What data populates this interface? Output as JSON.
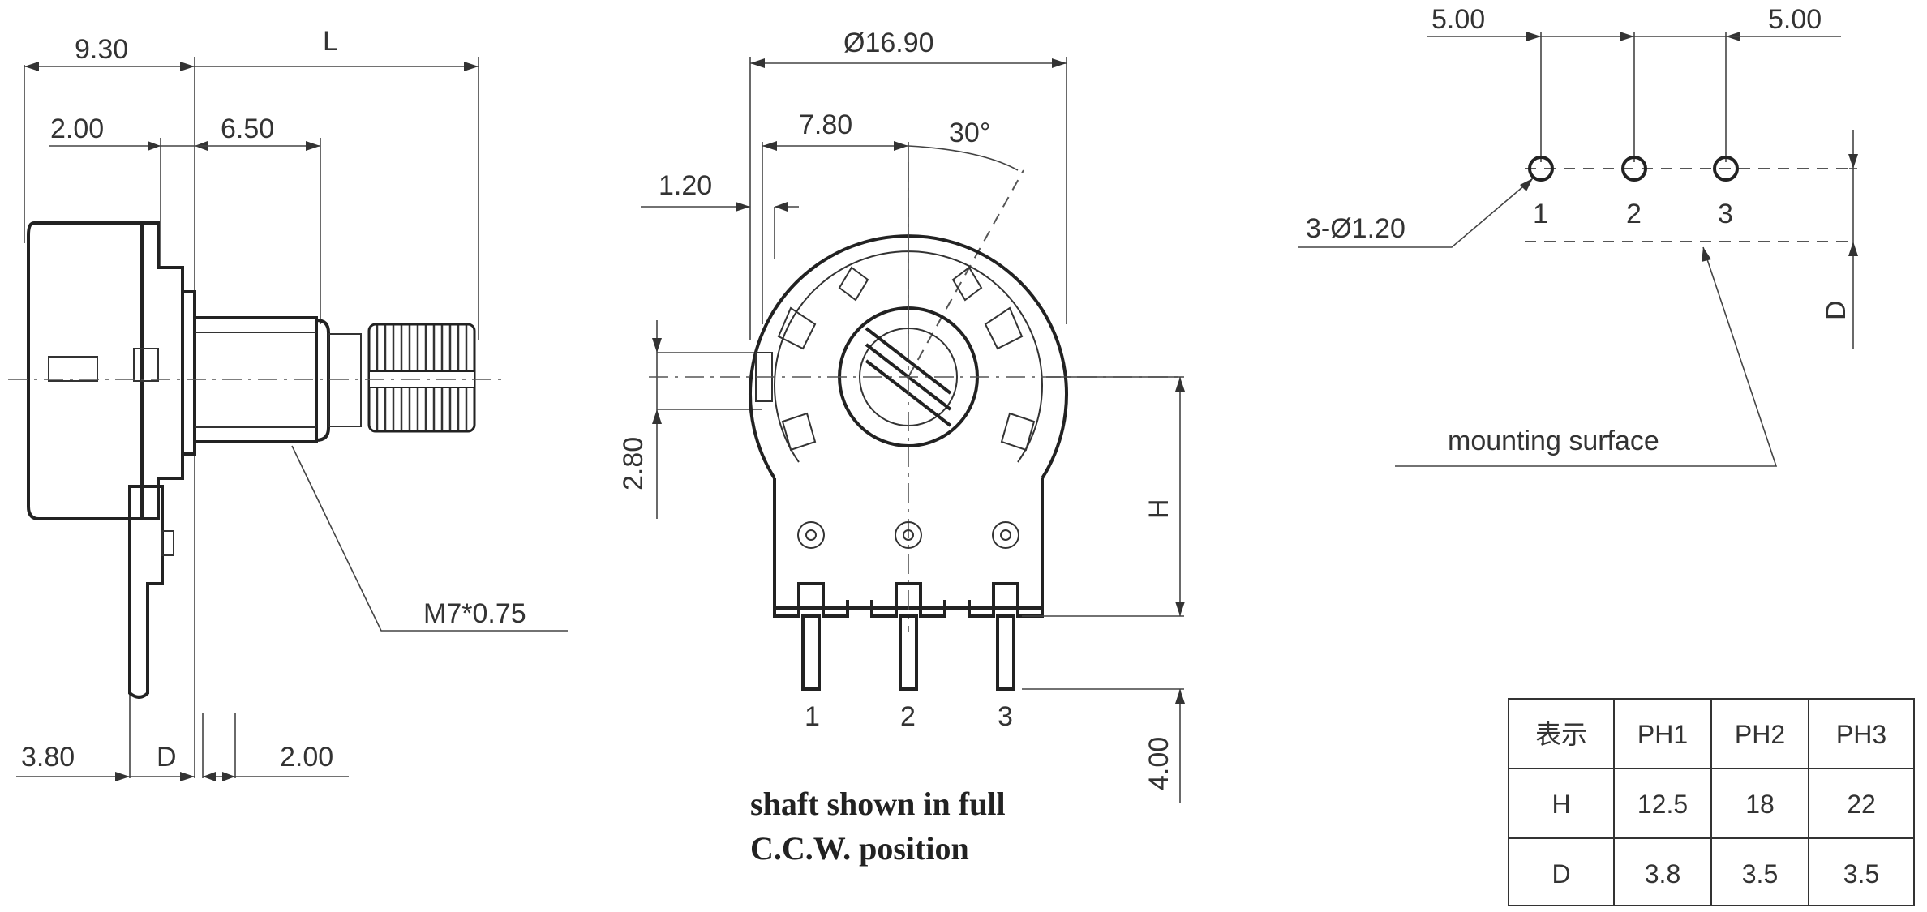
{
  "side_view": {
    "dim_overall_offset": "9.30",
    "dim_shaft_length": "L",
    "dim_flange": "2.00",
    "dim_bushing": "6.50",
    "thread_spec": "M7*0.75",
    "dim_terminal_offset": "3.80",
    "dim_d": "D",
    "dim_bottom": "2.00"
  },
  "front_view": {
    "dim_diameter": "Ø16.90",
    "dim_center_offset": "7.80",
    "dim_angle": "30°",
    "dim_tab": "1.20",
    "dim_slot": "2.80",
    "dim_height": "H",
    "dim_pin_length": "4.00",
    "pin_1": "1",
    "pin_2": "2",
    "pin_3": "3",
    "caption_line1": "shaft shown in full",
    "caption_line2": "C.C.W. position"
  },
  "pcb_layout": {
    "pitch_left": "5.00",
    "pitch_right": "5.00",
    "hole_spec": "3-Ø1.20",
    "pin_1": "1",
    "pin_2": "2",
    "pin_3": "3",
    "dim_d": "D",
    "mounting_surface": "mounting surface"
  },
  "spec_table": {
    "headers": [
      "表示",
      "PH1",
      "PH2",
      "PH3"
    ],
    "rows": [
      [
        "H",
        "12.5",
        "18",
        "22"
      ],
      [
        "D",
        "3.8",
        "3.5",
        "3.5"
      ]
    ]
  }
}
